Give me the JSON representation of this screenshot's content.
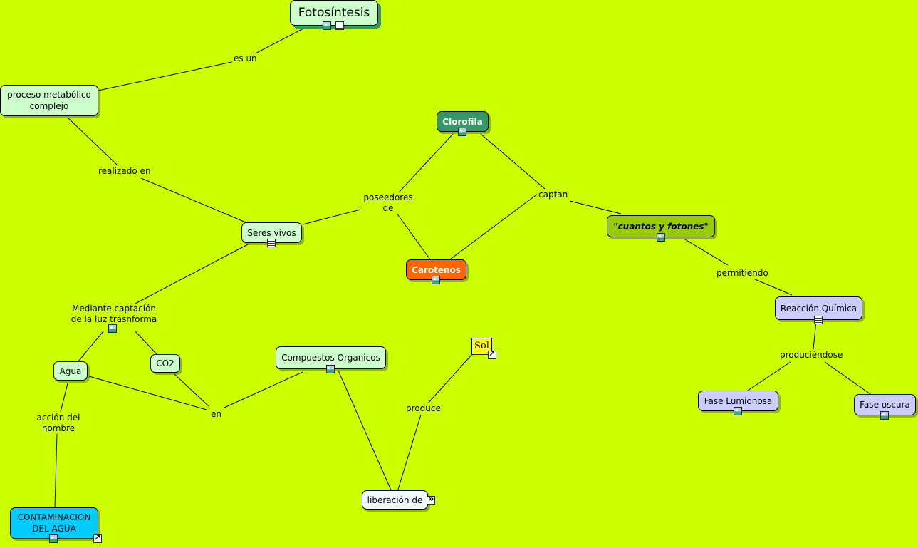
{
  "nodes": {
    "fotosintesis": "Fotosíntesis",
    "proceso": "proceso metabólico complejo",
    "clorofila": "Clorofila",
    "seres_vivos": "Seres vivos",
    "carotenos": "Carotenos",
    "cuantos": "\"cuantos y fotones\"",
    "reaccion": "Reacción Química",
    "agua": "Agua",
    "co2": "CO2",
    "compuestos": "Compuestos Organicos",
    "sol": "Sol",
    "liberacion": "liberación de",
    "fase_luminosa": "Fase Lumionosa",
    "fase_oscura": "Fase oscura",
    "contaminacion": "CONTAMINACION DEL AGUA"
  },
  "links": {
    "es_un": "es un",
    "realizado_en": "realizado en",
    "poseedores_de": "poseedores de",
    "captan": "captan",
    "permitiendo": "permitiendo",
    "mediante": "Mediante captación de la luz trasnforma",
    "produciendose": "produciéndose",
    "en": "en",
    "produce": "produce",
    "accion": "acción del hombre"
  },
  "colors": {
    "background": "#ccff00",
    "green_light": "#ccffcc",
    "green_dark": "#339966",
    "orange": "#ff6600",
    "olive": "#99cc00",
    "lavender": "#ccccff",
    "cyan": "#00ccff",
    "white_blue": "#f0f8ff",
    "yellow": "#ffff00"
  }
}
